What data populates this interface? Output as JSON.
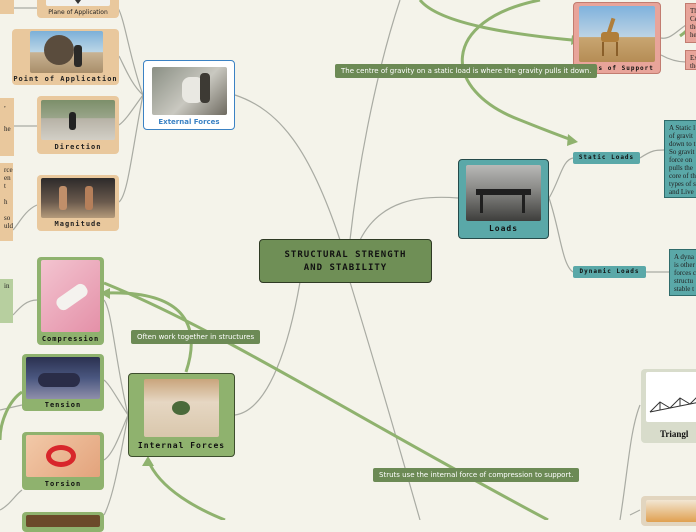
{
  "central": {
    "title_line1": "STRUCTURAL STRENGTH",
    "title_line2": "AND STABILITY"
  },
  "external_forces": {
    "title": "External Forces",
    "children": [
      {
        "label": "Plane of Application"
      },
      {
        "label": "Point of Application"
      },
      {
        "label": "Direction"
      },
      {
        "label": "Magnitude"
      }
    ],
    "partial_texts": [
      ",",
      "he",
      "rce",
      "en",
      "t",
      "h",
      "so",
      "uld"
    ]
  },
  "internal_forces": {
    "title": "Internal Forces",
    "children": [
      {
        "label": "Compression"
      },
      {
        "label": "Tension"
      },
      {
        "label": "Torsion"
      }
    ],
    "partial_texts": [
      "in"
    ]
  },
  "loads": {
    "title": "Loads",
    "children": [
      {
        "label": "Static Loads",
        "text": "A Static l of gravit down to t So gravit force on pulls the core of th types of s and Live"
      },
      {
        "label": "Dynamic Loads",
        "text": "A dyna is other forces c structu stable t"
      }
    ]
  },
  "bases_of_support": {
    "label": "Bases of Support",
    "texts": [
      "Th Ce the he",
      "Ex the"
    ]
  },
  "triangle": {
    "label": "Triangl"
  },
  "callouts": {
    "gravity": "The centre of gravity on a static load is where the gravity pulls it down.",
    "together": "Often work together in structures",
    "struts": "Struts use the internal force of compression to support."
  },
  "colors": {
    "external": "#3b82c4",
    "internal": "#8fb26e",
    "loads": "#5aa8a8",
    "tan": "#e9c89d",
    "central": "#6f8f56",
    "pink": "#e8a49a"
  }
}
